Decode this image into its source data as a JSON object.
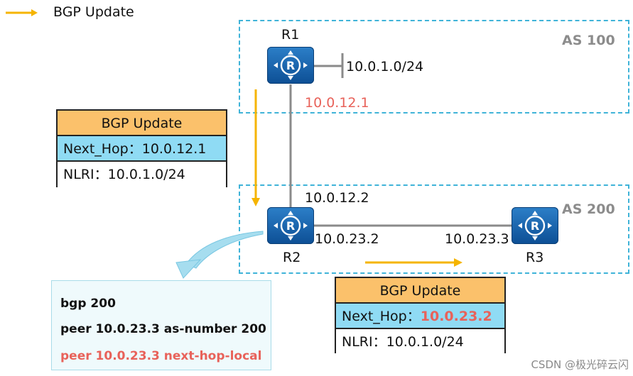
{
  "legend": {
    "label": "BGP Update",
    "color": "#f5b400"
  },
  "as_blocks": [
    {
      "label": "AS 100"
    },
    {
      "label": "AS 200"
    }
  ],
  "routers": {
    "r1": {
      "name": "R1",
      "icon": "router-icon"
    },
    "r2": {
      "name": "R2",
      "icon": "router-icon"
    },
    "r3": {
      "name": "R3",
      "icon": "router-icon"
    }
  },
  "network": "10.0.1.0/24",
  "interfaces": {
    "r1_r2_r1side": "10.0.12.1",
    "r1_r2_r2side": "10.0.12.2",
    "r2_r3_r2side": "10.0.23.2",
    "r2_r3_r3side": "10.0.23.3"
  },
  "update_1": {
    "header": "BGP Update",
    "next_hop_label": "Next_Hop：",
    "next_hop_value": "10.0.12.1",
    "nlri_label": "NLRI：",
    "nlri_value": "10.0.1.0/24"
  },
  "update_2": {
    "header": "BGP Update",
    "next_hop_label": "Next_Hop：",
    "next_hop_value": "10.0.23.2",
    "nlri_label": "NLRI：",
    "nlri_value": "10.0.1.0/24"
  },
  "config": {
    "lines": [
      "bgp 200",
      "peer 10.0.23.3 as-number 200",
      "peer 10.0.23.3 next-hop-local"
    ]
  },
  "colors": {
    "accent_red": "#e8625a",
    "as_border": "#3fb3d8",
    "arrow": "#f5b400"
  },
  "watermark": "CSDN @极光碎云闪"
}
